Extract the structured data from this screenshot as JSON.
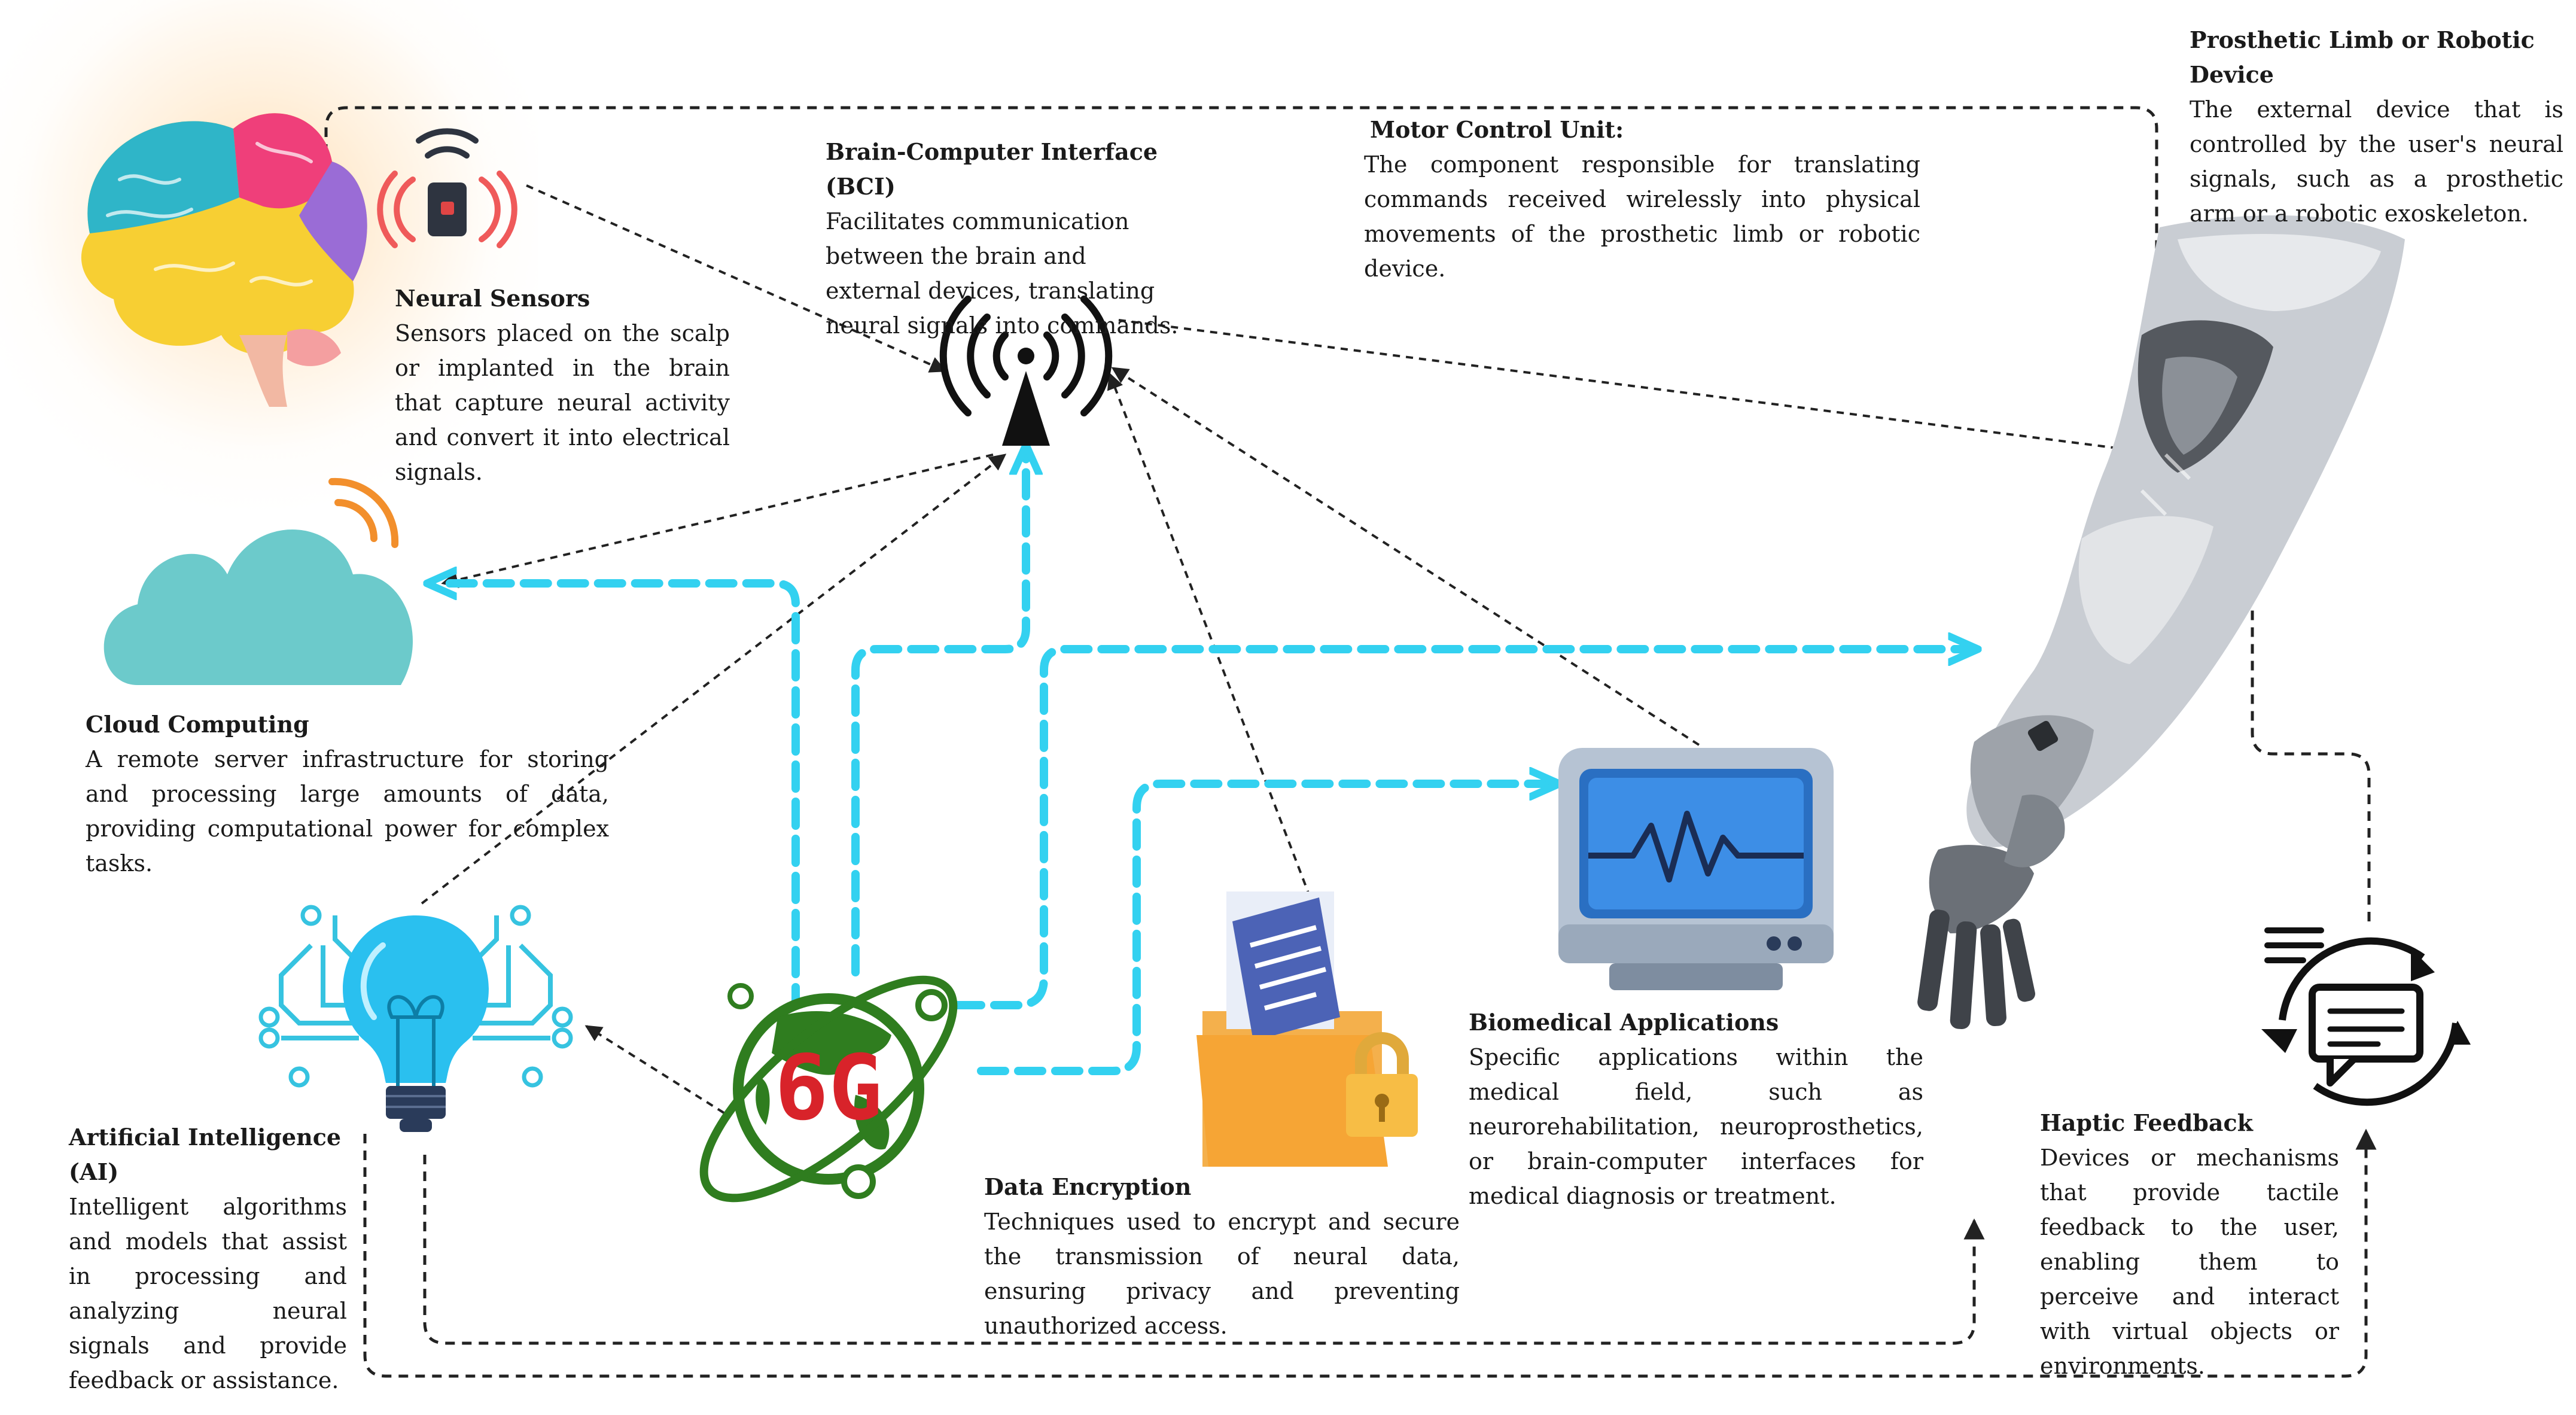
{
  "nodes": {
    "neural_sensors": {
      "title": "Neural Sensors",
      "desc": "Sensors placed on the scalp or implanted in the brain that capture neural activity and convert it into electrical signals."
    },
    "bci": {
      "title": "Brain-Computer Interface (BCI)",
      "desc": "Facilitates communication between the brain and external devices, translating neural signals into commands."
    },
    "motor_control": {
      "title": "Motor Control Unit:",
      "desc": "The component responsible for translating commands received wirelessly into physical movements of the prosthetic limb or robotic device."
    },
    "prosthetic": {
      "title": "Prosthetic Limb or Robotic Device",
      "desc": "The external device that is controlled by the user's neural signals, such as a prosthetic arm or a robotic exoskeleton."
    },
    "cloud": {
      "title": "Cloud Computing",
      "desc": "A remote server infrastructure for storing and processing large amounts of data, providing computational power for complex tasks."
    },
    "ai": {
      "title": "Artificial Intelligence (AI)",
      "desc": "Intelligent algorithms and models that assist in processing and analyzing neural signals and provide feedback or assistance."
    },
    "encryption": {
      "title": "Data Encryption",
      "desc": "Techniques used to encrypt and secure the transmission of neural data, ensuring privacy and preventing unauthorized access."
    },
    "biomedical": {
      "title": "Biomedical Applications",
      "desc": "Specific applications within the medical field, such as neurorehabilitation, neuroprosthetics, or brain-computer interfaces for medical diagnosis or treatment."
    },
    "haptic": {
      "title": "Haptic Feedback",
      "desc": "Devices or mechanisms that provide tactile feedback to the user, enabling them to perceive and interact with virtual objects or environments."
    }
  },
  "hub_label": "6G",
  "icons": {
    "brain": "brain-icon",
    "sensor": "wireless-sensor-icon",
    "antenna": "antenna-icon",
    "cloud": "cloud-icon",
    "bulb": "lightbulb-icon",
    "globe": "globe-6g-icon",
    "folder": "folder-lock-icon",
    "monitor": "monitor-icon",
    "chat": "chat-refresh-icon",
    "arm": "robotic-arm-icon"
  },
  "colors": {
    "hub_flow": "#33d1f0",
    "connector": "#222222",
    "globe_green": "#2f7d1f",
    "label_red": "#d8232a",
    "cloud": "#6ccacb",
    "folder": "#f2a33a"
  }
}
